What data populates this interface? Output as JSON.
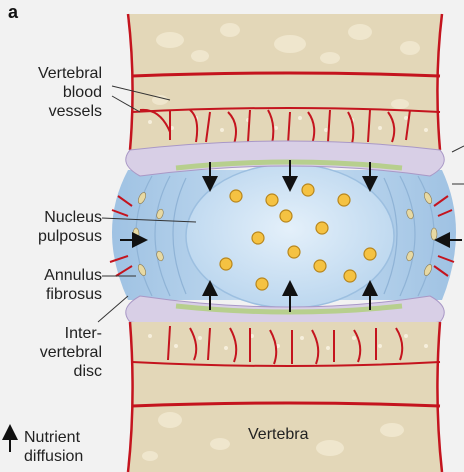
{
  "panel_letter": "a",
  "labels": {
    "blood_vessels": [
      "Vertebral",
      "blood",
      "vessels"
    ],
    "nucleus": [
      "Nucleus",
      "pulposus"
    ],
    "annulus": [
      "Annulus",
      "fibrosus"
    ],
    "disc": [
      "Inter-",
      "vertebral",
      "disc"
    ],
    "vertebra": "Vertebra",
    "legend": [
      "Nutrient",
      "diffusion"
    ]
  },
  "colors": {
    "bone": "#e3d7b8",
    "bone_spots": "#f3ecd8",
    "endplate": "#d8cfe6",
    "cartilage": "#c8dca8",
    "annulus": "#a9c9e6",
    "nucleus": "#d6e8f6",
    "vessel": "#c4141e",
    "cell": "#f5c242"
  }
}
